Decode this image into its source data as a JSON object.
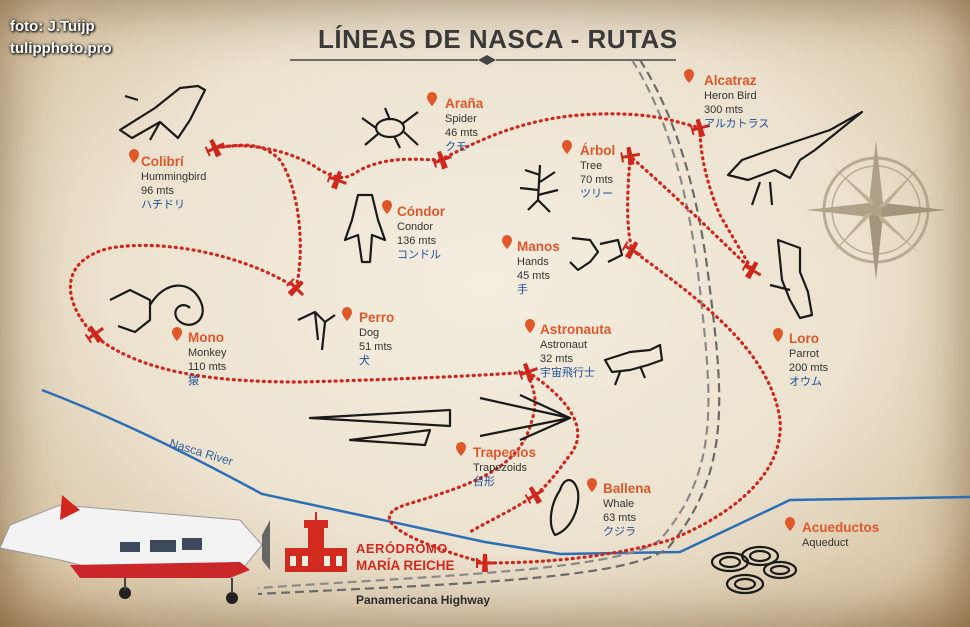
{
  "credit": {
    "line1": "foto: J.Tuijp",
    "line2": "tulipphoto.pro"
  },
  "title": "LÍNEAS DE NASCA - RUTAS",
  "sites": [
    {
      "id": "colibri",
      "name": "Colibrí",
      "en": "Hummingbird",
      "size": "96 mts",
      "jp": "ハチドリ"
    },
    {
      "id": "arana",
      "name": "Araña",
      "en": "Spider",
      "size": "46 mts",
      "jp": "クモ"
    },
    {
      "id": "alcatraz",
      "name": "Alcatraz",
      "en": "Heron Bird",
      "size": "300 mts",
      "jp": "アルカトラス"
    },
    {
      "id": "arbol",
      "name": "Árbol",
      "en": "Tree",
      "size": "70 mts",
      "jp": "ツリー"
    },
    {
      "id": "condor",
      "name": "Cóndor",
      "en": "Condor",
      "size": "136 mts",
      "jp": "コンドル"
    },
    {
      "id": "manos",
      "name": "Manos",
      "en": "Hands",
      "size": "45 mts",
      "jp": "手"
    },
    {
      "id": "mono",
      "name": "Mono",
      "en": "Monkey",
      "size": "110 mts",
      "jp": "猿"
    },
    {
      "id": "perro",
      "name": "Perro",
      "en": "Dog",
      "size": "51 mts",
      "jp": "犬"
    },
    {
      "id": "astronauta",
      "name": "Astronauta",
      "en": "Astronaut",
      "size": "32 mts",
      "jp": "宇宙飛行士"
    },
    {
      "id": "loro",
      "name": "Loro",
      "en": "Parrot",
      "size": "200 mts",
      "jp": "オウム"
    },
    {
      "id": "trapecios",
      "name": "Trapecios",
      "en": "Trapezoids",
      "size": "",
      "jp": "台形"
    },
    {
      "id": "ballena",
      "name": "Ballena",
      "en": "Whale",
      "size": "63 mts",
      "jp": "クジラ"
    },
    {
      "id": "acueductos",
      "name": "Acueductos",
      "en": "Aqueduct",
      "size": "",
      "jp": ""
    }
  ],
  "river_label": "Nasca River",
  "highway_label": "Panamericana Highway",
  "aerodrome": {
    "line1": "AERÓDROMO",
    "line2": "MARÍA REICHE"
  },
  "colors": {
    "route": "#d0271d",
    "accent": "#e0572a",
    "river": "#2d6fb5",
    "japanese": "#1d4e9a",
    "text": "#333333"
  },
  "icons": [
    "location-pin-icon",
    "airplane-icon",
    "compass-rose-icon",
    "control-tower-icon"
  ]
}
